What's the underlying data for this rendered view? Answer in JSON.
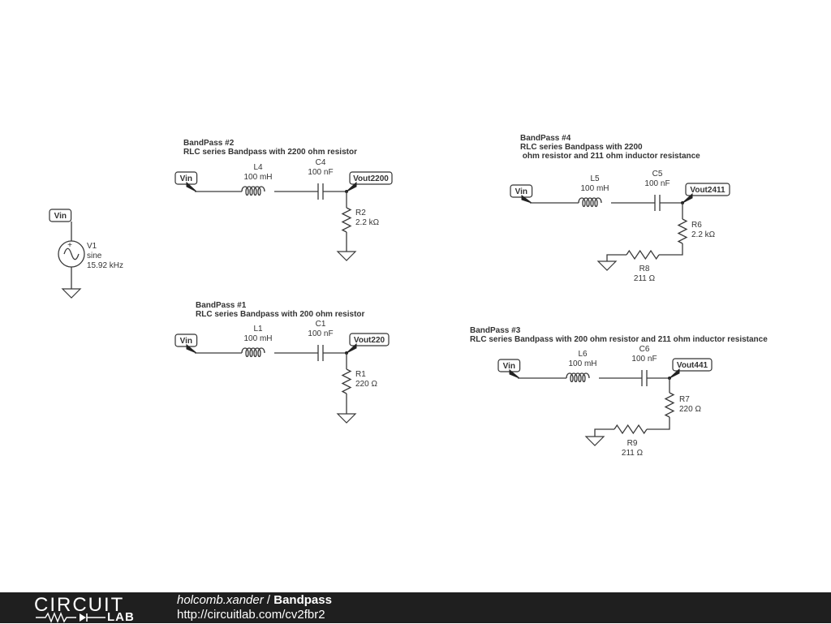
{
  "source": {
    "node": "Vin",
    "name": "V1",
    "type": "sine",
    "freq": "15.92 kHz"
  },
  "circuits": [
    {
      "id": "bp2",
      "title": "BandPass #2",
      "desc": [
        "RLC series Bandpass with 2200 ohm resistor"
      ],
      "in_node": "Vin",
      "out_node": "Vout2200",
      "L": {
        "name": "L4",
        "value": "100 mH"
      },
      "C": {
        "name": "C4",
        "value": "100 nF"
      },
      "R": {
        "name": "R2",
        "value": "2.2 kΩ"
      }
    },
    {
      "id": "bp1",
      "title": "BandPass #1",
      "desc": [
        "RLC series Bandpass with 200 ohm resistor"
      ],
      "in_node": "Vin",
      "out_node": "Vout220",
      "L": {
        "name": "L1",
        "value": "100 mH"
      },
      "C": {
        "name": "C1",
        "value": "100 nF"
      },
      "R": {
        "name": "R1",
        "value": "220 Ω"
      }
    },
    {
      "id": "bp4",
      "title": "BandPass #4",
      "desc": [
        "RLC series Bandpass with 2200",
        " ohm resistor and 211 ohm inductor resistance"
      ],
      "in_node": "Vin",
      "out_node": "Vout2411",
      "L": {
        "name": "L5",
        "value": "100 mH"
      },
      "C": {
        "name": "C5",
        "value": "100 nF"
      },
      "R": {
        "name": "R6",
        "value": "2.2 kΩ"
      },
      "R2": {
        "name": "R8",
        "value": "211 Ω"
      }
    },
    {
      "id": "bp3",
      "title": "BandPass #3",
      "desc": [
        "RLC series Bandpass with 200 ohm resistor and 211 ohm inductor resistance"
      ],
      "in_node": "Vin",
      "out_node": "Vout441",
      "L": {
        "name": "L6",
        "value": "100 mH"
      },
      "C": {
        "name": "C6",
        "value": "100 nF"
      },
      "R": {
        "name": "R7",
        "value": "220 Ω"
      },
      "R2": {
        "name": "R9",
        "value": "211 Ω"
      }
    }
  ],
  "footer": {
    "logo_top": "CIRCUIT",
    "logo_bottom": "LAB",
    "user": "holcomb.xander",
    "separator": " / ",
    "title": "Bandpass",
    "url": "http://circuitlab.com/cv2fbr2"
  }
}
